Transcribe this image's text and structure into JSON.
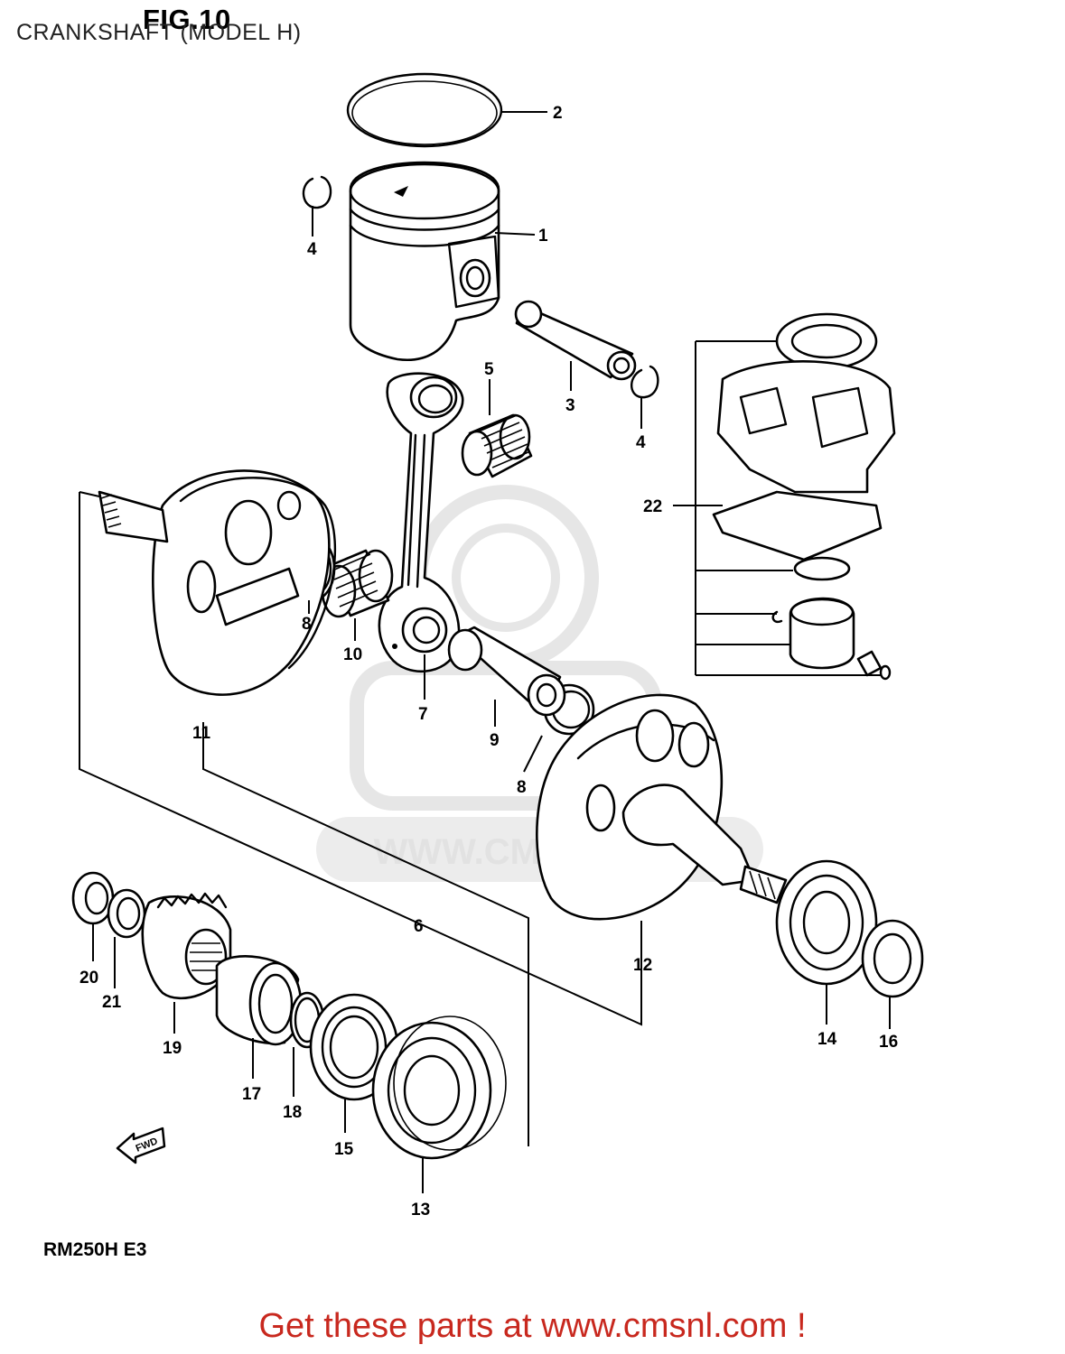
{
  "figure": {
    "title": "FIG.10",
    "subtitle": "CRANKSHAFT (MODEL H)",
    "model_code": "RM250H E3",
    "promo_text": "Get these parts at www.cmsnl.com !",
    "watermark_text": "WWW.CMSNL.COM",
    "fwd_label": "FWD"
  },
  "callouts": {
    "c1": "1",
    "c2": "2",
    "c3": "3",
    "c4a": "4",
    "c4b": "4",
    "c5": "5",
    "c6": "6",
    "c7": "7",
    "c8a": "8",
    "c8b": "8",
    "c9": "9",
    "c10": "10",
    "c11": "11",
    "c12": "12",
    "c13": "13",
    "c14": "14",
    "c15": "15",
    "c16": "16",
    "c17": "17",
    "c18": "18",
    "c19": "19",
    "c20": "20",
    "c21": "21",
    "c22": "22"
  },
  "colors": {
    "promo": "#c8281e",
    "line": "#000000",
    "watermark": "#e2e2e2",
    "background": "#ffffff"
  }
}
